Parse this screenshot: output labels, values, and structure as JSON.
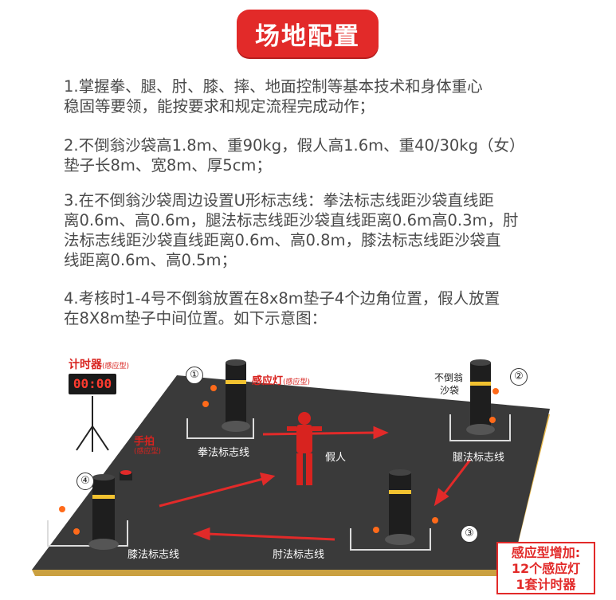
{
  "title": "场地配置",
  "paragraphs": [
    "1.掌握拳、腿、肘、膝、摔、地面控制等基本技术和身体重心\n稳固等要领，能按要求和规定流程完成动作；",
    "2.不倒翁沙袋高1.8m、重90kg，假人高1.6m、重40/30kg（女）\n垫子长8m、宽8m、厚5cm；",
    "3.在不倒翁沙袋周边设置U形标志线：拳法标志线距沙袋直线距\n离0.6m、高0.6m，腿法标志线距沙袋直线距离0.6m高0.3m，肘\n法标志线距沙袋直线距离0.6m、高0.8m，膝法标志线距沙袋直\n线距离0.6m、高0.5m；",
    "4.考核时1-4号不倒翁放置在8x8m垫子4个边角位置，假人放置\n在8X8m垫子中间位置。如下示意图："
  ],
  "diagram": {
    "timer_label": "计时器",
    "timer_sub": "(感应型)",
    "timer_display": "00:00",
    "light_label": "感应灯",
    "light_sub": "(感应型)",
    "clap_label": "手拍",
    "clap_sub": "(感应型)",
    "bag_label_line1": "不倒翁",
    "bag_label_line2": "沙袋",
    "dummy_label": "假人",
    "punch_line": "拳法标志线",
    "kick_line": "腿法标志线",
    "knee_line": "膝法标志线",
    "elbow_line": "肘法标志线",
    "numbers": [
      "①",
      "②",
      "③",
      "④"
    ],
    "note_lines": [
      "感应型增加:",
      "12个感应灯",
      "1套计时器"
    ],
    "colors": {
      "accent": "#e22a29",
      "mat": "#3a3a3a",
      "mat_edge": "#e8b84a"
    }
  }
}
